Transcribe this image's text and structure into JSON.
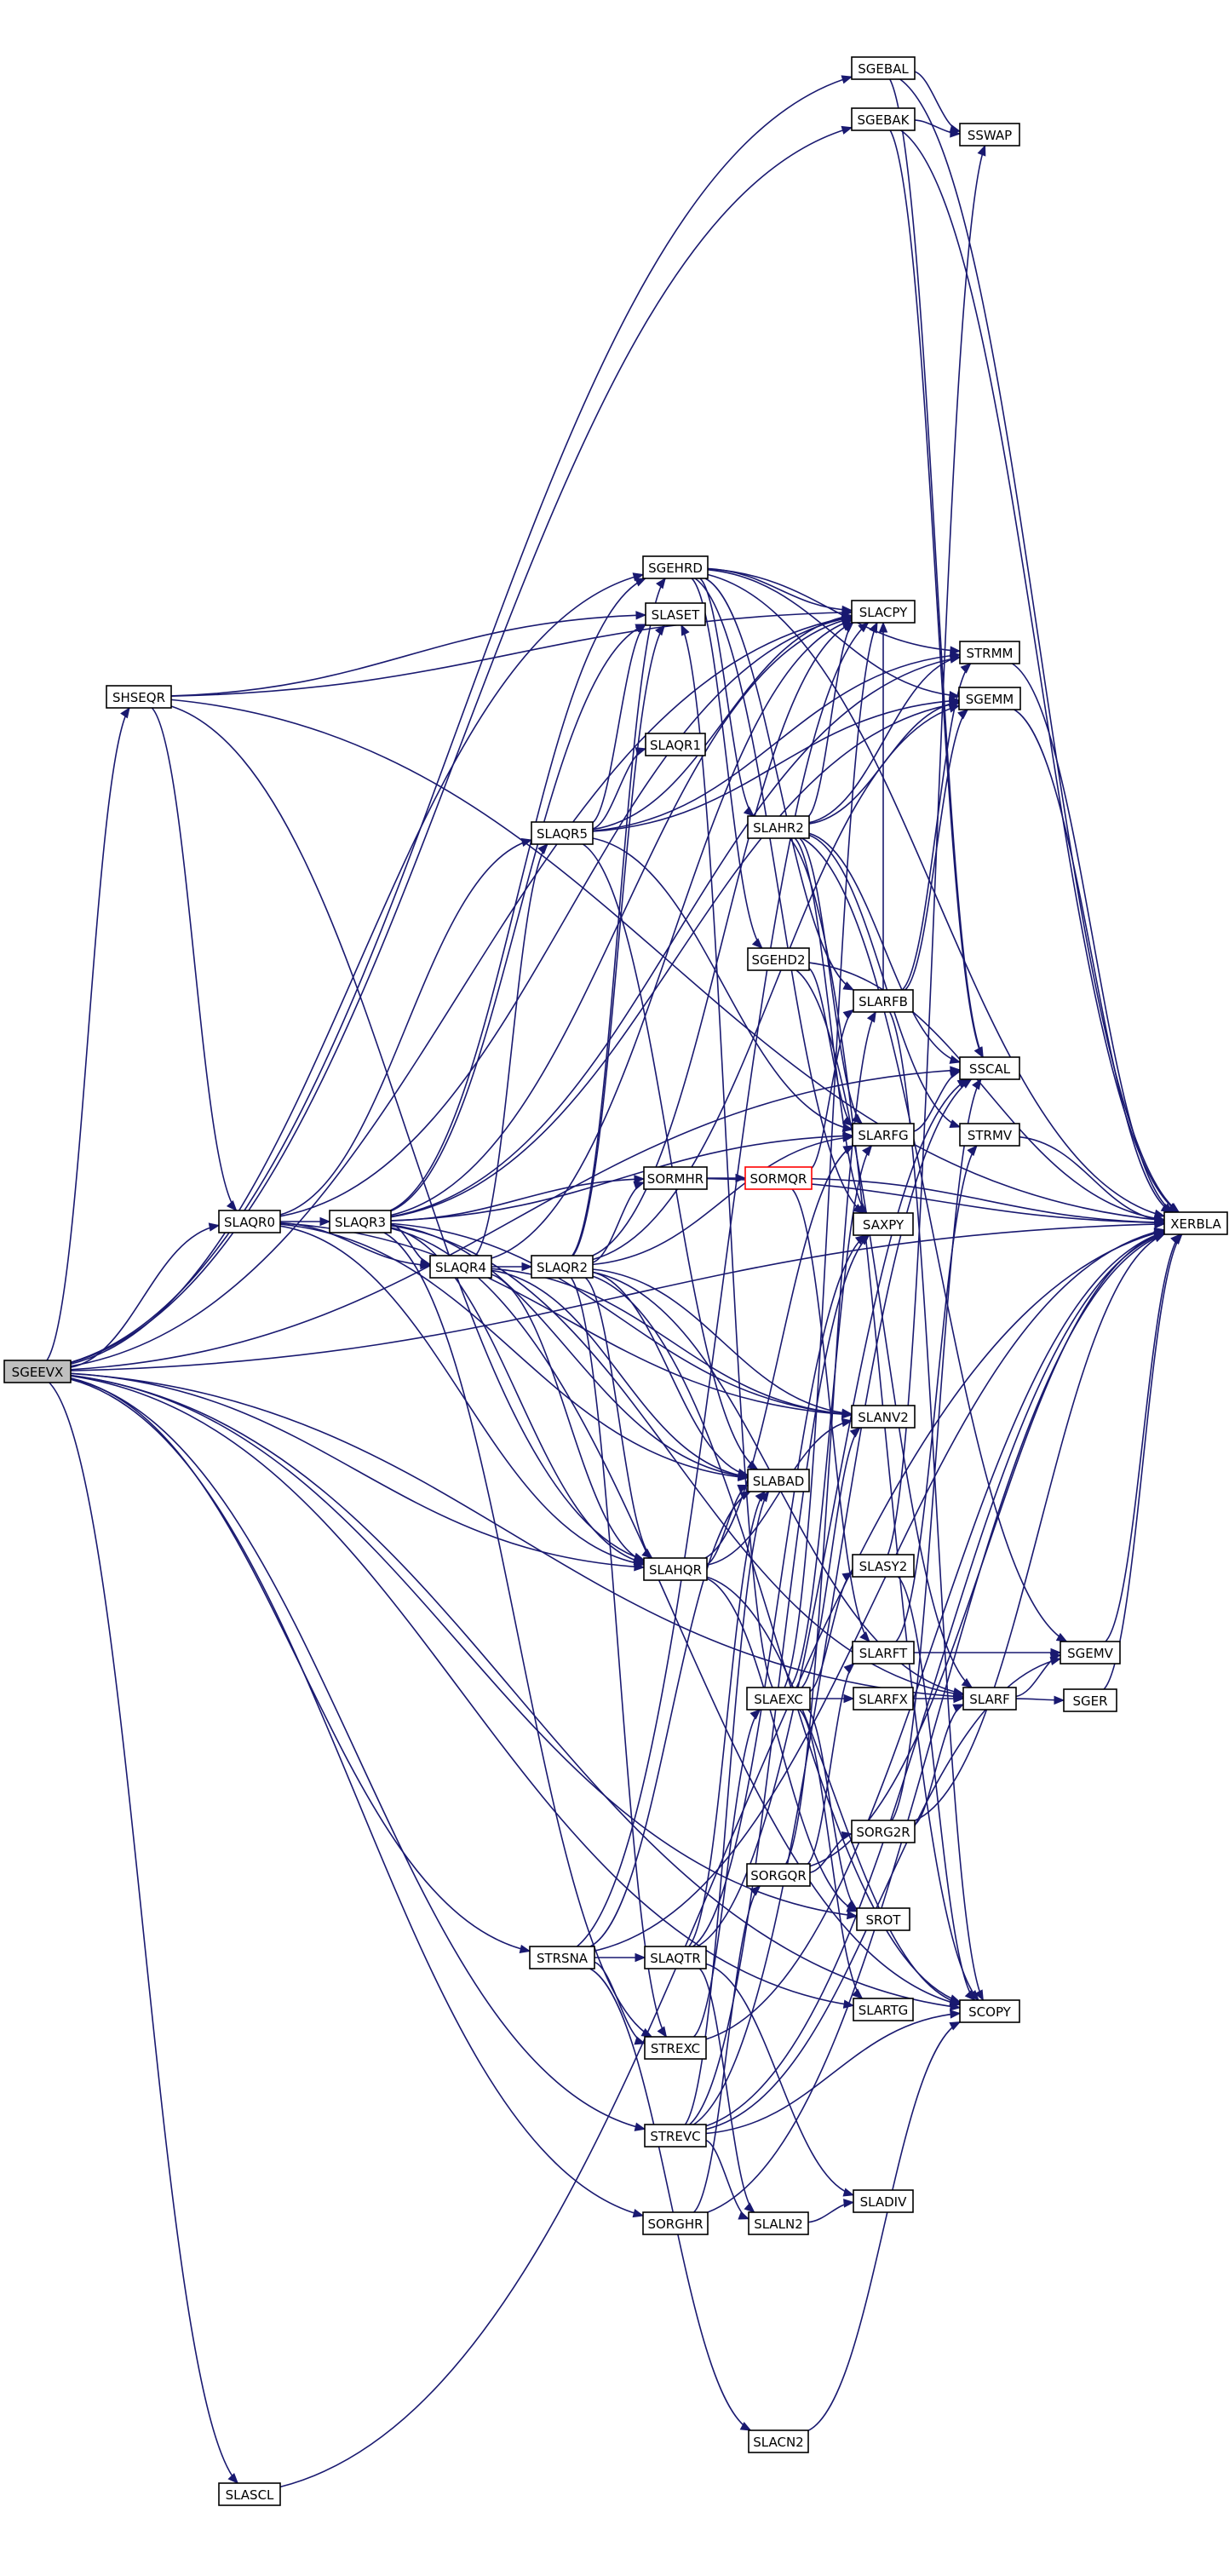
{
  "graph": {
    "colors": {
      "edge": "#191970",
      "root_fill": "#bfbfbf",
      "box": "#000000",
      "highlight": "#ff0000"
    },
    "nodes": [
      {
        "id": "SGEEVX",
        "label": "SGEEVX",
        "root": true
      },
      {
        "id": "SGEBAL",
        "label": "SGEBAL"
      },
      {
        "id": "SGEBAK",
        "label": "SGEBAK"
      },
      {
        "id": "SSWAP",
        "label": "SSWAP"
      },
      {
        "id": "SGEHRD",
        "label": "SGEHRD"
      },
      {
        "id": "SLASET",
        "label": "SLASET"
      },
      {
        "id": "SLACPY",
        "label": "SLACPY"
      },
      {
        "id": "STRMM",
        "label": "STRMM"
      },
      {
        "id": "SHSEQR",
        "label": "SHSEQR"
      },
      {
        "id": "SGEMM",
        "label": "SGEMM"
      },
      {
        "id": "SLAQR1",
        "label": "SLAQR1"
      },
      {
        "id": "SLAHR2",
        "label": "SLAHR2"
      },
      {
        "id": "SLAQR5",
        "label": "SLAQR5"
      },
      {
        "id": "SGEHD2",
        "label": "SGEHD2"
      },
      {
        "id": "SLARFB",
        "label": "SLARFB"
      },
      {
        "id": "SSCAL",
        "label": "SSCAL"
      },
      {
        "id": "SLARFG",
        "label": "SLARFG"
      },
      {
        "id": "STRMV",
        "label": "STRMV"
      },
      {
        "id": "SLAQR0",
        "label": "SLAQR0"
      },
      {
        "id": "SLAQR3",
        "label": "SLAQR3"
      },
      {
        "id": "SORMHR",
        "label": "SORMHR"
      },
      {
        "id": "SORMQR",
        "label": "SORMQR",
        "highlight": true
      },
      {
        "id": "XERBLA",
        "label": "XERBLA"
      },
      {
        "id": "SLAQR4",
        "label": "SLAQR4"
      },
      {
        "id": "SLAQR2",
        "label": "SLAQR2"
      },
      {
        "id": "SAXPY",
        "label": "SAXPY"
      },
      {
        "id": "SLANV2",
        "label": "SLANV2"
      },
      {
        "id": "SLABAD",
        "label": "SLABAD"
      },
      {
        "id": "SLAHQR",
        "label": "SLAHQR"
      },
      {
        "id": "SLASY2",
        "label": "SLASY2"
      },
      {
        "id": "SLARFT",
        "label": "SLARFT"
      },
      {
        "id": "SGEMV",
        "label": "SGEMV"
      },
      {
        "id": "SLAEXC",
        "label": "SLAEXC"
      },
      {
        "id": "SLARFX",
        "label": "SLARFX"
      },
      {
        "id": "SLARF",
        "label": "SLARF"
      },
      {
        "id": "SGER",
        "label": "SGER"
      },
      {
        "id": "SORG2R",
        "label": "SORG2R"
      },
      {
        "id": "SORGQR",
        "label": "SORGQR"
      },
      {
        "id": "SROT",
        "label": "SROT"
      },
      {
        "id": "STRSNA",
        "label": "STRSNA"
      },
      {
        "id": "SLAQTR",
        "label": "SLAQTR"
      },
      {
        "id": "SLARTG",
        "label": "SLARTG"
      },
      {
        "id": "SCOPY",
        "label": "SCOPY"
      },
      {
        "id": "STREXC",
        "label": "STREXC"
      },
      {
        "id": "STREVC",
        "label": "STREVC"
      },
      {
        "id": "SLADIV",
        "label": "SLADIV"
      },
      {
        "id": "SORGHR",
        "label": "SORGHR"
      },
      {
        "id": "SLALN2",
        "label": "SLALN2"
      },
      {
        "id": "SLACN2",
        "label": "SLACN2"
      },
      {
        "id": "SLASCL",
        "label": "SLASCL"
      }
    ],
    "edges": [
      [
        "SGEEVX",
        "SGEBAL"
      ],
      [
        "SGEEVX",
        "SGEBAK"
      ],
      [
        "SGEEVX",
        "SGEHRD"
      ],
      [
        "SGEEVX",
        "SLACPY"
      ],
      [
        "SGEEVX",
        "SHSEQR"
      ],
      [
        "SGEEVX",
        "SLAQR0"
      ],
      [
        "SGEEVX",
        "SLAHQR"
      ],
      [
        "SGEEVX",
        "SLARF"
      ],
      [
        "SGEEVX",
        "SROT"
      ],
      [
        "SGEEVX",
        "STRSNA"
      ],
      [
        "SGEEVX",
        "SLARTG"
      ],
      [
        "SGEEVX",
        "SCOPY"
      ],
      [
        "SGEEVX",
        "STREVC"
      ],
      [
        "SGEEVX",
        "SORGHR"
      ],
      [
        "SGEEVX",
        "SLASCL"
      ],
      [
        "SGEEVX",
        "XERBLA"
      ],
      [
        "SGEEVX",
        "SSCAL"
      ],
      [
        "SGEBAL",
        "SSWAP"
      ],
      [
        "SGEBAL",
        "SSCAL"
      ],
      [
        "SGEBAL",
        "XERBLA"
      ],
      [
        "SGEBAK",
        "SSWAP"
      ],
      [
        "SGEBAK",
        "SSCAL"
      ],
      [
        "SGEBAK",
        "XERBLA"
      ],
      [
        "SGEHRD",
        "SLACPY"
      ],
      [
        "SGEHRD",
        "STRMM"
      ],
      [
        "SGEHRD",
        "SGEMM"
      ],
      [
        "SGEHRD",
        "SLAHR2"
      ],
      [
        "SGEHRD",
        "SGEHD2"
      ],
      [
        "SGEHRD",
        "SLARFB"
      ],
      [
        "SGEHRD",
        "SAXPY"
      ],
      [
        "SGEHRD",
        "XERBLA"
      ],
      [
        "SHSEQR",
        "SLACPY"
      ],
      [
        "SHSEQR",
        "SLASET"
      ],
      [
        "SHSEQR",
        "SLAQR0"
      ],
      [
        "SHSEQR",
        "SLAHQR"
      ],
      [
        "SHSEQR",
        "XERBLA"
      ],
      [
        "SLAHR2",
        "SLACPY"
      ],
      [
        "SLAHR2",
        "STRMM"
      ],
      [
        "SLAHR2",
        "SGEMM"
      ],
      [
        "SLAHR2",
        "SLARFG"
      ],
      [
        "SLAHR2",
        "SSCAL"
      ],
      [
        "SLAHR2",
        "STRMV"
      ],
      [
        "SLAHR2",
        "SGEMV"
      ],
      [
        "SLAHR2",
        "SCOPY"
      ],
      [
        "SLAHR2",
        "SAXPY"
      ],
      [
        "SLAQR5",
        "SLAQR1"
      ],
      [
        "SLAQR5",
        "SLASET"
      ],
      [
        "SLAQR5",
        "SLACPY"
      ],
      [
        "SLAQR5",
        "SGEMM"
      ],
      [
        "SLAQR5",
        "SLARFG"
      ],
      [
        "SLAQR5",
        "SLABAD"
      ],
      [
        "SLAQR5",
        "STRMM"
      ],
      [
        "SGEHD2",
        "SLARFG"
      ],
      [
        "SGEHD2",
        "SLARF"
      ],
      [
        "SGEHD2",
        "XERBLA"
      ],
      [
        "SLARFB",
        "SLACPY"
      ],
      [
        "SLARFB",
        "SGEMM"
      ],
      [
        "SLARFB",
        "STRMM"
      ],
      [
        "SLARFB",
        "SCOPY"
      ],
      [
        "SLARFG",
        "SSCAL"
      ],
      [
        "SLARFG",
        "SLAPY2_none"
      ],
      [
        "STRMV",
        "XERBLA"
      ],
      [
        "SLAQR0",
        "SLAQR3"
      ],
      [
        "SLAQR0",
        "SLAQR4"
      ],
      [
        "SLAQR0",
        "SLAQR5"
      ],
      [
        "SLAQR0",
        "SLACPY"
      ],
      [
        "SLAQR0",
        "SLAHQR"
      ],
      [
        "SLAQR0",
        "SLANV2"
      ],
      [
        "SLAQR0",
        "SLABAD"
      ],
      [
        "SLAQR3",
        "SLAQR4"
      ],
      [
        "SLAQR3",
        "SLAQR2_none"
      ],
      [
        "SLAQR3",
        "SORMHR"
      ],
      [
        "SLAQR3",
        "SGEHRD"
      ],
      [
        "SLAQR3",
        "SLASET"
      ],
      [
        "SLAQR3",
        "SLACPY"
      ],
      [
        "SLAQR3",
        "SGEMM"
      ],
      [
        "SLAQR3",
        "SLARFG"
      ],
      [
        "SLAQR3",
        "SLARF"
      ],
      [
        "SLAQR3",
        "SLANV2"
      ],
      [
        "SLAQR3",
        "SLABAD"
      ],
      [
        "SLAQR3",
        "SLAHQR"
      ],
      [
        "SLAQR3",
        "STREXC"
      ],
      [
        "SLAQR3",
        "SCOPY"
      ],
      [
        "SLAQR3",
        "STRMM"
      ],
      [
        "SORMHR",
        "SORMQR"
      ],
      [
        "SORMHR",
        "XERBLA"
      ],
      [
        "SORMQR",
        "SLARFB"
      ],
      [
        "SORMQR",
        "SLARFT"
      ],
      [
        "SORMQR",
        "XERBLA"
      ],
      [
        "SLAQR4",
        "SLAQR2"
      ],
      [
        "SLAQR4",
        "SLAQR5"
      ],
      [
        "SLAQR4",
        "SLACPY"
      ],
      [
        "SLAQR4",
        "SLAHQR"
      ],
      [
        "SLAQR4",
        "SLANV2"
      ],
      [
        "SLAQR4",
        "SLABAD"
      ],
      [
        "SLAQR2",
        "SORMHR"
      ],
      [
        "SLAQR2",
        "SGEHRD"
      ],
      [
        "SLAQR2",
        "SLASET"
      ],
      [
        "SLAQR2",
        "SLACPY"
      ],
      [
        "SLAQR2",
        "SGEMM"
      ],
      [
        "SLAQR2",
        "SLARFG"
      ],
      [
        "SLAQR2",
        "SLARF"
      ],
      [
        "SLAQR2",
        "SLANV2"
      ],
      [
        "SLAQR2",
        "SLABAD"
      ],
      [
        "SLAQR2",
        "SLAHQR"
      ],
      [
        "SLAQR2",
        "STREXC"
      ],
      [
        "SLAQR2",
        "SCOPY"
      ],
      [
        "SLAHQR",
        "SLABAD"
      ],
      [
        "SLAHQR",
        "SLANV2"
      ],
      [
        "SLAHQR",
        "SLARFG"
      ],
      [
        "SLAHQR",
        "SCOPY"
      ],
      [
        "SLAHQR",
        "SROT"
      ],
      [
        "SLASY2",
        "SSWAP"
      ],
      [
        "SLASY2",
        "SCOPY"
      ],
      [
        "SLARFT",
        "SGEMV"
      ],
      [
        "SLARFT",
        "STRMV"
      ],
      [
        "SGEMV",
        "XERBLA"
      ],
      [
        "SLAEXC",
        "SLASY2"
      ],
      [
        "SLAEXC",
        "SLARFX"
      ],
      [
        "SLAEXC",
        "SLARFG"
      ],
      [
        "SLAEXC",
        "SLANV2"
      ],
      [
        "SLAEXC",
        "SLACPY"
      ],
      [
        "SLAEXC",
        "SROT"
      ],
      [
        "SLAEXC",
        "SLARTG"
      ],
      [
        "SLAEXC",
        "SLASET"
      ],
      [
        "SLARFX",
        "SLARF"
      ],
      [
        "SLARF",
        "SGEMV"
      ],
      [
        "SLARF",
        "SGER"
      ],
      [
        "SGER",
        "XERBLA"
      ],
      [
        "SORG2R",
        "SLARF"
      ],
      [
        "SORG2R",
        "SSCAL"
      ],
      [
        "SORG2R",
        "XERBLA"
      ],
      [
        "SORGQR",
        "SORG2R"
      ],
      [
        "SORGQR",
        "SLARFB"
      ],
      [
        "SORGQR",
        "SLARFT"
      ],
      [
        "SORGQR",
        "XERBLA"
      ],
      [
        "STRSNA",
        "SLAQTR"
      ],
      [
        "STRSNA",
        "STREXC"
      ],
      [
        "STRSNA",
        "SLACPY"
      ],
      [
        "STRSNA",
        "SLABAD"
      ],
      [
        "STRSNA",
        "SLACN2"
      ],
      [
        "STRSNA",
        "XERBLA"
      ],
      [
        "SLAQTR",
        "SLALN2"
      ],
      [
        "SLAQTR",
        "SLADIV"
      ],
      [
        "SLAQTR",
        "SAXPY"
      ],
      [
        "SLAQTR",
        "SSCAL"
      ],
      [
        "SLAQTR",
        "SLABAD"
      ],
      [
        "STREXC",
        "SLAEXC"
      ],
      [
        "STREXC",
        "XERBLA"
      ],
      [
        "STREVC",
        "SLALN2"
      ],
      [
        "STREVC",
        "SSCAL"
      ],
      [
        "STREVC",
        "SAXPY"
      ],
      [
        "STREVC",
        "SCOPY"
      ],
      [
        "STREVC",
        "SGEMV"
      ],
      [
        "STREVC",
        "SLABAD"
      ],
      [
        "STREVC",
        "XERBLA"
      ],
      [
        "SORGHR",
        "SORGQR"
      ],
      [
        "SORGHR",
        "XERBLA"
      ],
      [
        "SLALN2",
        "SLADIV"
      ],
      [
        "SLACN2",
        "SCOPY"
      ],
      [
        "SLASCL",
        "XERBLA"
      ],
      [
        "SCOPY",
        "XERBLA_none"
      ],
      [
        "SGEMM",
        "XERBLA"
      ],
      [
        "STRMM",
        "XERBLA"
      ]
    ]
  }
}
